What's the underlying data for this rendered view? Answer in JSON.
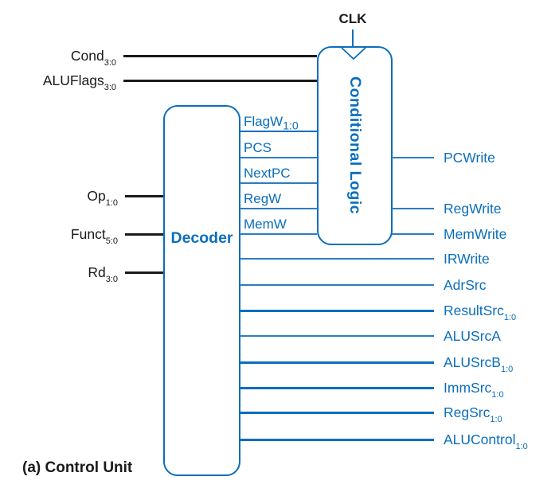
{
  "caption": "(a) Control Unit",
  "clock": {
    "label": "CLK"
  },
  "colors": {
    "accent_blue": "#0a6ebd",
    "wire_black": "#1a1a1a"
  },
  "blocks": {
    "decoder": {
      "label": "Decoder"
    },
    "conditional_logic": {
      "label": "Conditional Logic"
    }
  },
  "inputs": {
    "conditional": [
      {
        "base": "Cond",
        "sub": "3:0"
      },
      {
        "base": "ALUFlags",
        "sub": "3:0"
      }
    ],
    "decoder": [
      {
        "base": "Op",
        "sub": "1:0"
      },
      {
        "base": "Funct",
        "sub": "5:0"
      },
      {
        "base": "Rd",
        "sub": "3:0"
      }
    ]
  },
  "internal_signals": [
    {
      "base": "FlagW",
      "sub": "1:0"
    },
    {
      "base": "PCS",
      "sub": ""
    },
    {
      "base": "NextPC",
      "sub": ""
    },
    {
      "base": "RegW",
      "sub": ""
    },
    {
      "base": "MemW",
      "sub": ""
    }
  ],
  "outputs": [
    {
      "base": "PCWrite",
      "sub": ""
    },
    {
      "base": "RegWrite",
      "sub": ""
    },
    {
      "base": "MemWrite",
      "sub": ""
    },
    {
      "base": "IRWrite",
      "sub": ""
    },
    {
      "base": "AdrSrc",
      "sub": ""
    },
    {
      "base": "ResultSrc",
      "sub": "1:0"
    },
    {
      "base": "ALUSrcA",
      "sub": ""
    },
    {
      "base": "ALUSrcB",
      "sub": "1:0"
    },
    {
      "base": "ImmSrc",
      "sub": "1:0"
    },
    {
      "base": "RegSrc",
      "sub": "1:0"
    },
    {
      "base": "ALUControl",
      "sub": "1:0"
    }
  ]
}
